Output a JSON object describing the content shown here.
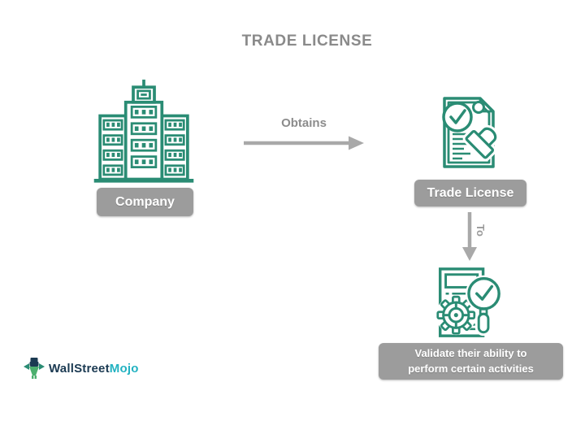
{
  "title": "TRADE LICENSE",
  "flow": {
    "company": {
      "label": "Company"
    },
    "obtains_arrow": {
      "label": "Obtains"
    },
    "trade_license": {
      "label": "Trade License"
    },
    "to_arrow": {
      "label": "To"
    },
    "validate": {
      "lines": [
        "Validate their ability to",
        "perform certain activities"
      ]
    }
  },
  "logo": {
    "text_primary": "WallStreet",
    "text_secondary": "Mojo"
  },
  "icons": {
    "company": "building-icon",
    "trade_license": "stamped-document-check-icon",
    "validate": "document-gear-magnifier-check-icon",
    "logo": "wallstreetmojo-bull-icon"
  },
  "colors": {
    "icon_teal": "#2A8C74",
    "label_gray": "#9C9C9C",
    "arrow_gray": "#A9A9A9",
    "title_gray": "#8A8A8A",
    "logo_dark": "#1B3A52",
    "logo_teal": "#22B2C1"
  }
}
